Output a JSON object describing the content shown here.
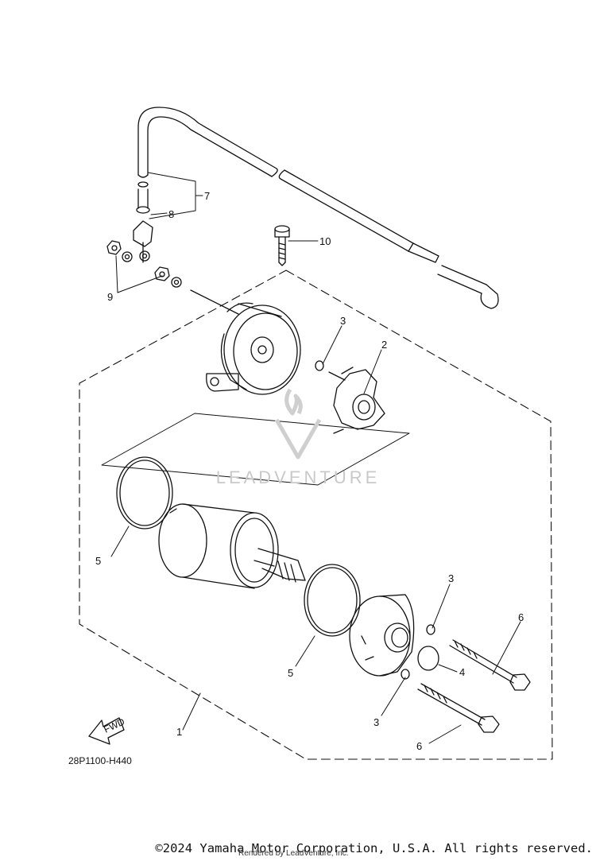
{
  "diagram": {
    "code": "28P1100-H440",
    "fwd_label": "FWD",
    "watermark": "LEADVENTURE",
    "callouts": [
      {
        "id": "c1",
        "label": "1"
      },
      {
        "id": "c2",
        "label": "2"
      },
      {
        "id": "c3a",
        "label": "3"
      },
      {
        "id": "c3b",
        "label": "3"
      },
      {
        "id": "c3c",
        "label": "3"
      },
      {
        "id": "c4",
        "label": "4"
      },
      {
        "id": "c5a",
        "label": "5"
      },
      {
        "id": "c5b",
        "label": "5"
      },
      {
        "id": "c6a",
        "label": "6"
      },
      {
        "id": "c6b",
        "label": "6"
      },
      {
        "id": "c7",
        "label": "7"
      },
      {
        "id": "c8",
        "label": "8"
      },
      {
        "id": "c9",
        "label": "9"
      },
      {
        "id": "c10",
        "label": "10"
      }
    ]
  },
  "footer": {
    "copyright": "©2024 Yamaha Motor Corporation, U.S.A. All rights reserved.",
    "rendered_by": "Rendered by LeadVenture, Inc."
  }
}
